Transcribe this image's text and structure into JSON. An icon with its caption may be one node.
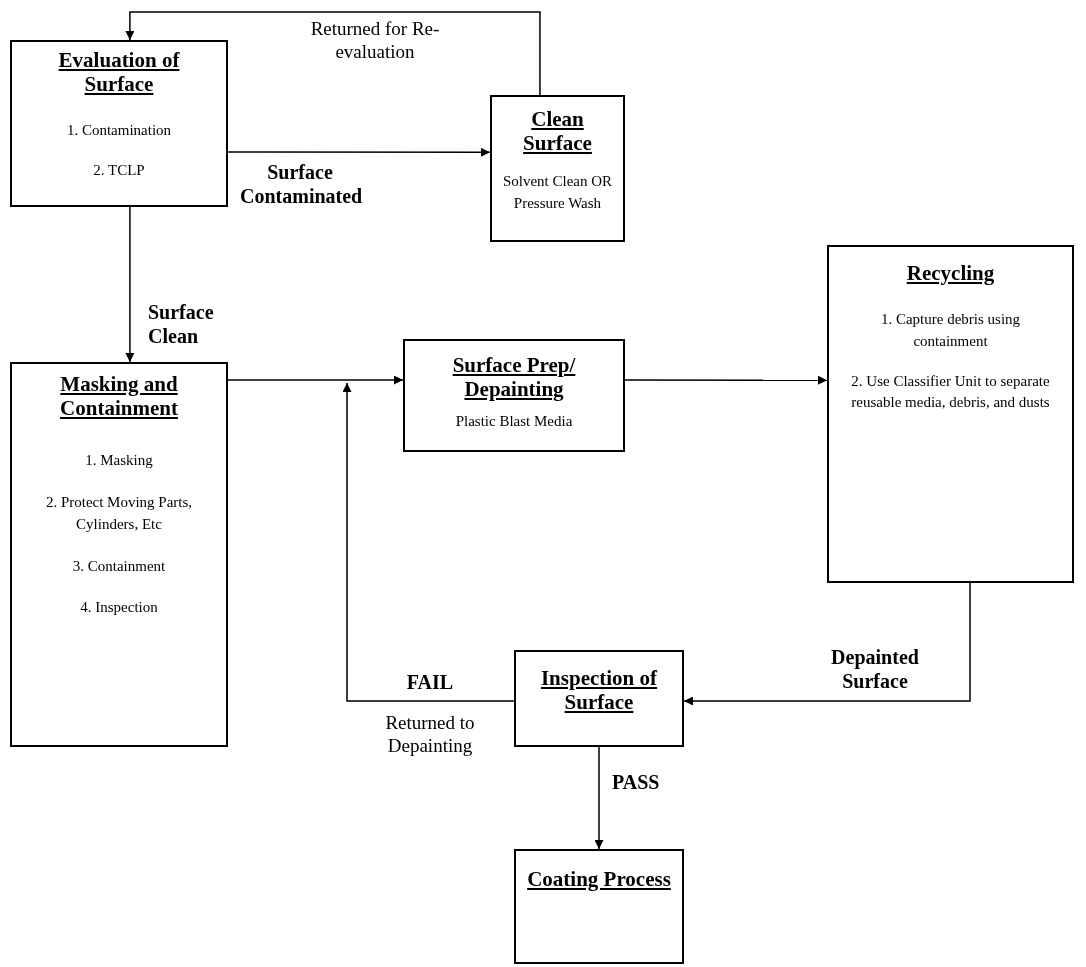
{
  "diagram": {
    "nodes": [
      {
        "text": [
          "Evaluation of Surface",
          "1.  Contamination",
          "2.  TCLP"
        ]
      },
      {
        "text": [
          "Clean Surface",
          "Solvent Clean OR Pressure Wash"
        ]
      },
      {
        "text": [
          "Masking and Containment",
          "1.  Masking",
          "2.  Protect Moving Parts, Cylinders, Etc",
          "3.  Containment",
          "4.  Inspection"
        ]
      },
      {
        "text": [
          "Surface Prep/ Depainting",
          "Plastic Blast Media"
        ]
      },
      {
        "text": [
          "Recycling",
          "1.  Capture debris using containment",
          "2.  Use Classifier Unit to separate reusable media, debris, and dusts"
        ]
      },
      {
        "text": [
          "Inspection of Surface"
        ]
      },
      {
        "text": [
          "Coating Process"
        ]
      }
    ],
    "edges": [
      {
        "from": 1,
        "to": 0,
        "arrow": "to",
        "label": "Returned for Re-evaluation"
      },
      {
        "from": 0,
        "to": 1,
        "arrow": "to",
        "label": "Surface Contaminated"
      },
      {
        "from": 0,
        "to": 2,
        "arrow": "to",
        "label": "Surface Clean"
      },
      {
        "from": 2,
        "to": 3,
        "arrow": "to"
      },
      {
        "from": 3,
        "to": 4,
        "arrow": "to"
      },
      {
        "from": 4,
        "to": 5,
        "arrow": "to",
        "label": "Depainted Surface"
      },
      {
        "from": 5,
        "to": 3,
        "arrow": "to",
        "label": "FAIL"
      },
      {
        "from": 5,
        "to": 6,
        "arrow": "to",
        "label": "PASS"
      }
    ],
    "labels": [
      "Returned to Depainting"
    ]
  }
}
